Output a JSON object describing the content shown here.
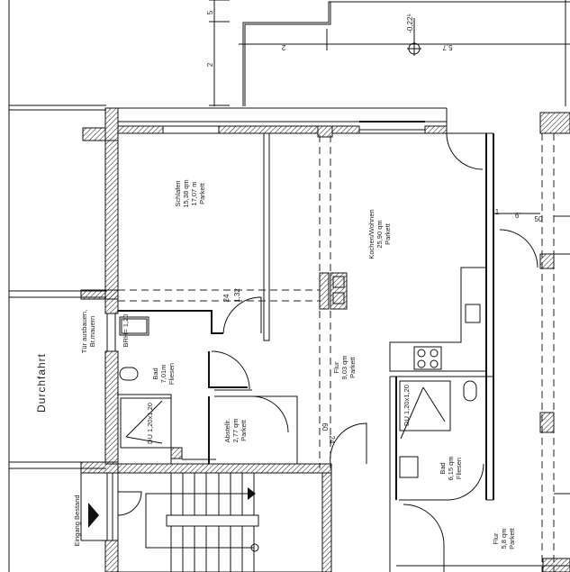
{
  "plan": {
    "dimensions": {
      "dim_top_small": "5",
      "dim_left": "2",
      "dim_upper_2": "2",
      "dim_upper_57": "5,7",
      "level_mark": "-0,22⁵",
      "dim_24_a": "24",
      "dim_132": "1,32",
      "dim_60": "60",
      "dim_24_b": "24",
      "dim_6": "6'",
      "dim_50": "50",
      "dim_1": "1"
    },
    "rooms": {
      "schlafen": [
        "Schlafen",
        "15,38 qm",
        "17,07 m",
        "Parkett"
      ],
      "kuechen": [
        "Kochen/Wohnen",
        "25,90 qm",
        "Parkett"
      ],
      "bad1": [
        "Bad",
        "7,01m",
        "Fliesen"
      ],
      "abstell": [
        "Abstellr.",
        "2,77 qm",
        "Parkett"
      ],
      "flur1": [
        "Flur",
        "9,03 qm",
        "Parkett"
      ],
      "bad2": [
        "Bad",
        "6,15 qm",
        "Fliesen"
      ],
      "flur2": [
        "Flur",
        "5,8 qm",
        "Parkett"
      ]
    },
    "notes": {
      "brh": "BRH= 1,20",
      "du1": "DU 1,20x1,20",
      "du2": "DU 1,20x1,20",
      "tuer": [
        "Tür ausbauen,",
        "Br.mauern"
      ],
      "durchfahrt": "Durchfahrt",
      "eingang": "Eingang Bestand"
    }
  }
}
